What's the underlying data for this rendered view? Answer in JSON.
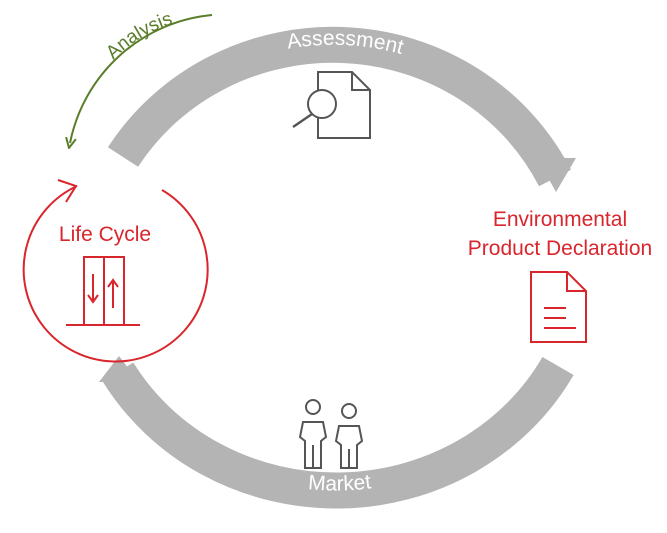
{
  "labels": {
    "analysis": "Analysis",
    "assessment": "Assessment",
    "market": "Market",
    "life_cycle": "Life Cycle",
    "epd_line1": "Environmental",
    "epd_line2": "Product Declaration"
  },
  "colors": {
    "ring": "#b4b4b4",
    "red": "#d9262c",
    "green": "#5a7d2a",
    "icon_gray": "#555555"
  },
  "icons": [
    "magnifier-document-icon",
    "elevator-icon",
    "document-icon",
    "people-icon"
  ]
}
